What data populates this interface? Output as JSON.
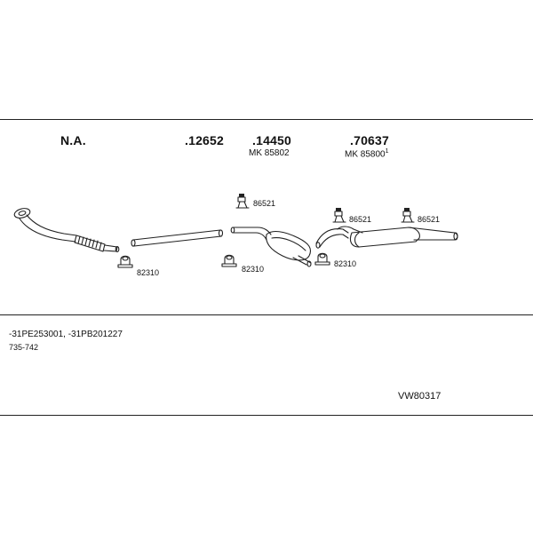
{
  "parts": [
    {
      "number": "N.A."
    },
    {
      "number": ".12652"
    },
    {
      "number": ".14450",
      "mk": "MK 85802",
      "mk_sup": ""
    },
    {
      "number": ".70637",
      "mk": "MK 85800",
      "mk_sup": "1"
    }
  ],
  "accessories": [
    {
      "code": "82310"
    },
    {
      "code": "82310"
    },
    {
      "code": "82310"
    },
    {
      "code": "86521"
    },
    {
      "code": "86521"
    },
    {
      "code": "86521"
    }
  ],
  "footer": {
    "serials": "-31PE253001, -31PB201227",
    "range": "735-742",
    "kit_code": "VW80317"
  }
}
